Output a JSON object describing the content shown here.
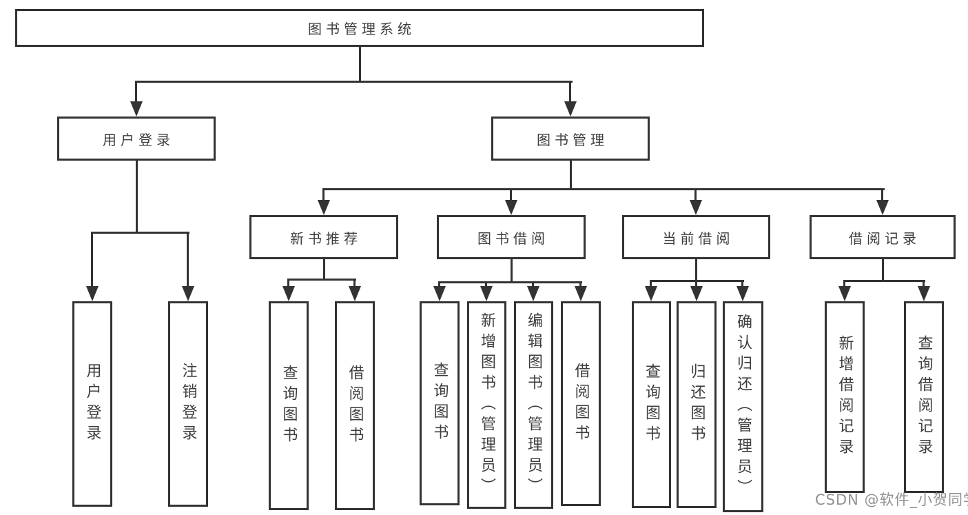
{
  "diagram_title": "图书管理系统",
  "watermark": "CSDN @软件_小贺同学",
  "colors": {
    "line": "#333333",
    "text": "#3d3d3d",
    "background": "#ffffff",
    "watermark": "#919191"
  },
  "nodes": {
    "root": {
      "label": "图书管理系统"
    },
    "user_login": {
      "label": "用户登录"
    },
    "book_mgmt": {
      "label": "图书管理"
    },
    "login": {
      "label": "用户登录"
    },
    "logout": {
      "label": "注销登录"
    },
    "recommend": {
      "label": "新书推荐"
    },
    "borrow": {
      "label": "图书借阅"
    },
    "current": {
      "label": "当前借阅"
    },
    "records": {
      "label": "借阅记录"
    },
    "rec_query": {
      "label": "查询图书"
    },
    "rec_borrow": {
      "label": "借阅图书"
    },
    "bor_query": {
      "label": "查询图书"
    },
    "bor_add": {
      "label": "新增图书（管理员）"
    },
    "bor_edit": {
      "label": "编辑图书（管理员）"
    },
    "bor_borrow": {
      "label": "借阅图书"
    },
    "cur_query": {
      "label": "查询图书"
    },
    "cur_return": {
      "label": "归还图书"
    },
    "cur_confirm": {
      "label": "确认归还（管理员）"
    },
    "records_add": {
      "label": "新增借阅记录"
    },
    "records_query": {
      "label": "查询借阅记录"
    }
  },
  "hierarchy": {
    "图书管理系统": [
      "用户登录",
      "图书管理"
    ],
    "用户登录": [
      "用户登录",
      "注销登录"
    ],
    "图书管理": [
      "新书推荐",
      "图书借阅",
      "当前借阅",
      "借阅记录"
    ],
    "新书推荐": [
      "查询图书",
      "借阅图书"
    ],
    "图书借阅": [
      "查询图书",
      "新增图书（管理员）",
      "编辑图书（管理员）",
      "借阅图书"
    ],
    "当前借阅": [
      "查询图书",
      "归还图书",
      "确认归还（管理员）"
    ],
    "借阅记录": [
      "新增借阅记录",
      "查询借阅记录"
    ]
  }
}
